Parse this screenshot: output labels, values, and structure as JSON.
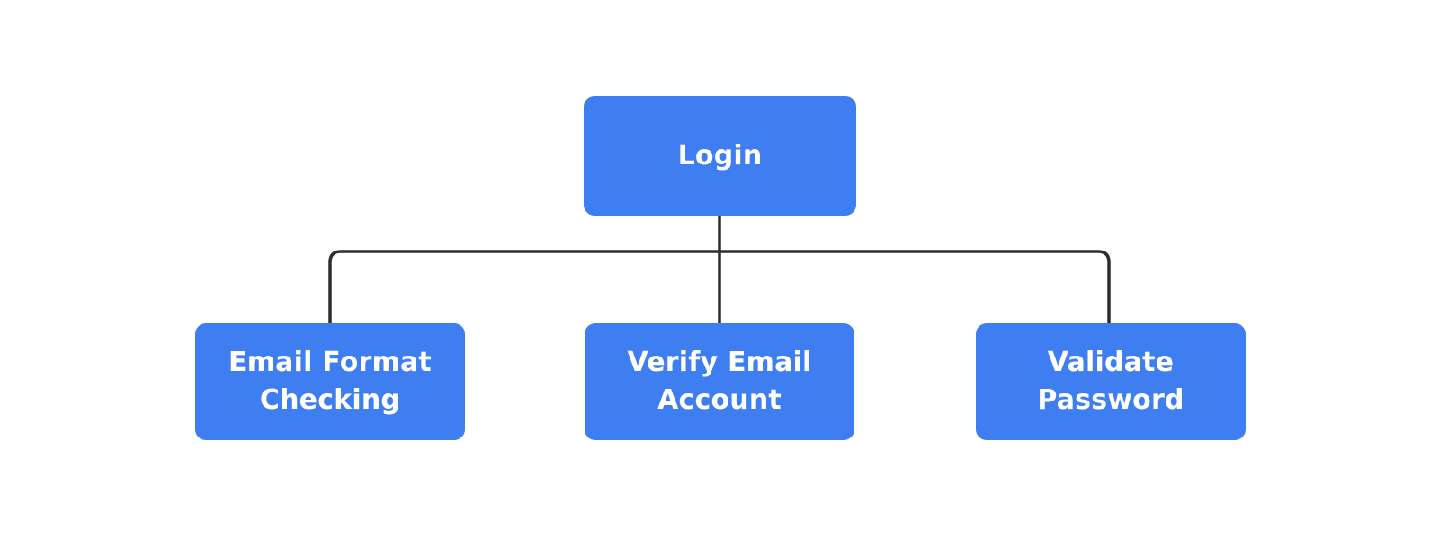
{
  "diagram": {
    "type": "flowchart-tree",
    "root": {
      "label": "Login"
    },
    "children": [
      {
        "label": "Email Format Checking"
      },
      {
        "label": "Verify Email Account"
      },
      {
        "label": "Validate Password"
      }
    ],
    "edges": [
      {
        "from": "Login",
        "to": "Email Format Checking"
      },
      {
        "from": "Login",
        "to": "Verify Email Account"
      },
      {
        "from": "Login",
        "to": "Validate Password"
      }
    ],
    "colors": {
      "node_fill": "#3e7ef0",
      "node_text": "#ffffff",
      "connector": "#2b2d31",
      "background": "#ffffff"
    }
  }
}
